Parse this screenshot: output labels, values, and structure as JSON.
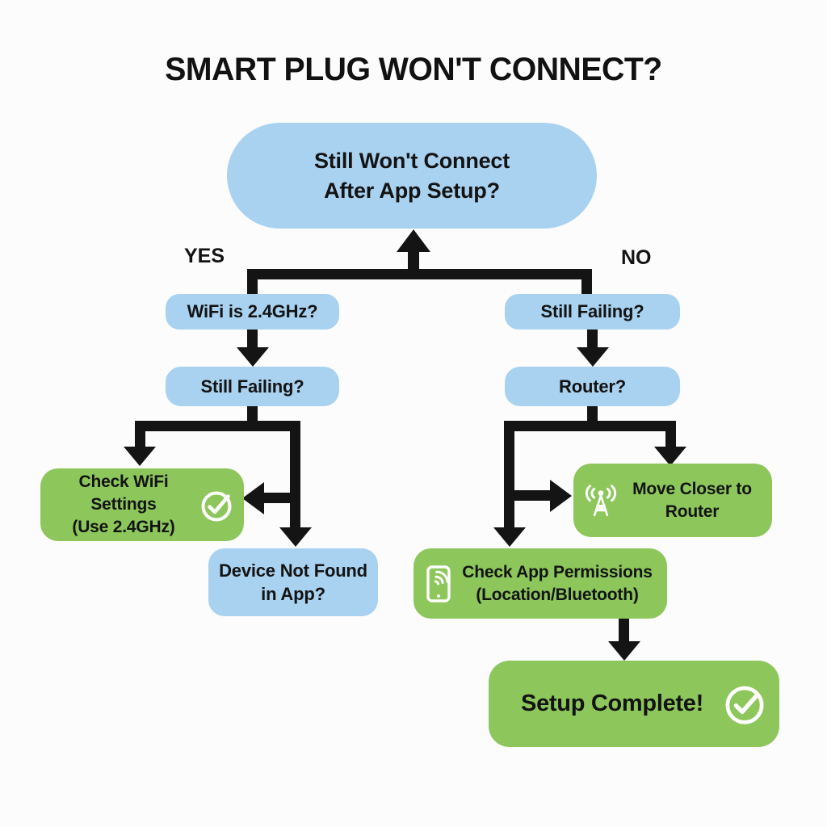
{
  "title": "SMART PLUG WON'T CONNECT?",
  "labels": {
    "yes": "YES",
    "no": "NO"
  },
  "colors": {
    "node_blue": "#a9d2f0",
    "node_green": "#8dc75c",
    "connector": "#141414",
    "background": "#fcfcfc",
    "icon": "#ffffff",
    "text": "#131313"
  },
  "nodes": {
    "root": {
      "label": "Still Won't Connect\nAfter App Setup?",
      "type": "question"
    },
    "wifi_24ghz": {
      "label": "WiFi is 2.4GHz?",
      "type": "question"
    },
    "still_failing_left": {
      "label": "Still Failing?",
      "type": "question"
    },
    "check_wifi_settings": {
      "label": "Check WiFi Settings\n(Use 2.4GHz)",
      "type": "action",
      "icon": "check-circle"
    },
    "device_not_found": {
      "label": "Device Not Found\nin App?",
      "type": "question"
    },
    "still_failing_right": {
      "label": "Still Failing?",
      "type": "question"
    },
    "router": {
      "label": "Router?",
      "type": "question"
    },
    "move_closer_to_router": {
      "label": "Move Closer to\nRouter",
      "type": "action",
      "icon": "antenna-waves"
    },
    "check_app_permissions": {
      "label": "Check App Permissions\n(Location/Bluetooth)",
      "type": "action",
      "icon": "phone-wifi"
    },
    "setup_complete": {
      "label": "Setup Complete!",
      "type": "result",
      "icon": "check-circle"
    }
  }
}
